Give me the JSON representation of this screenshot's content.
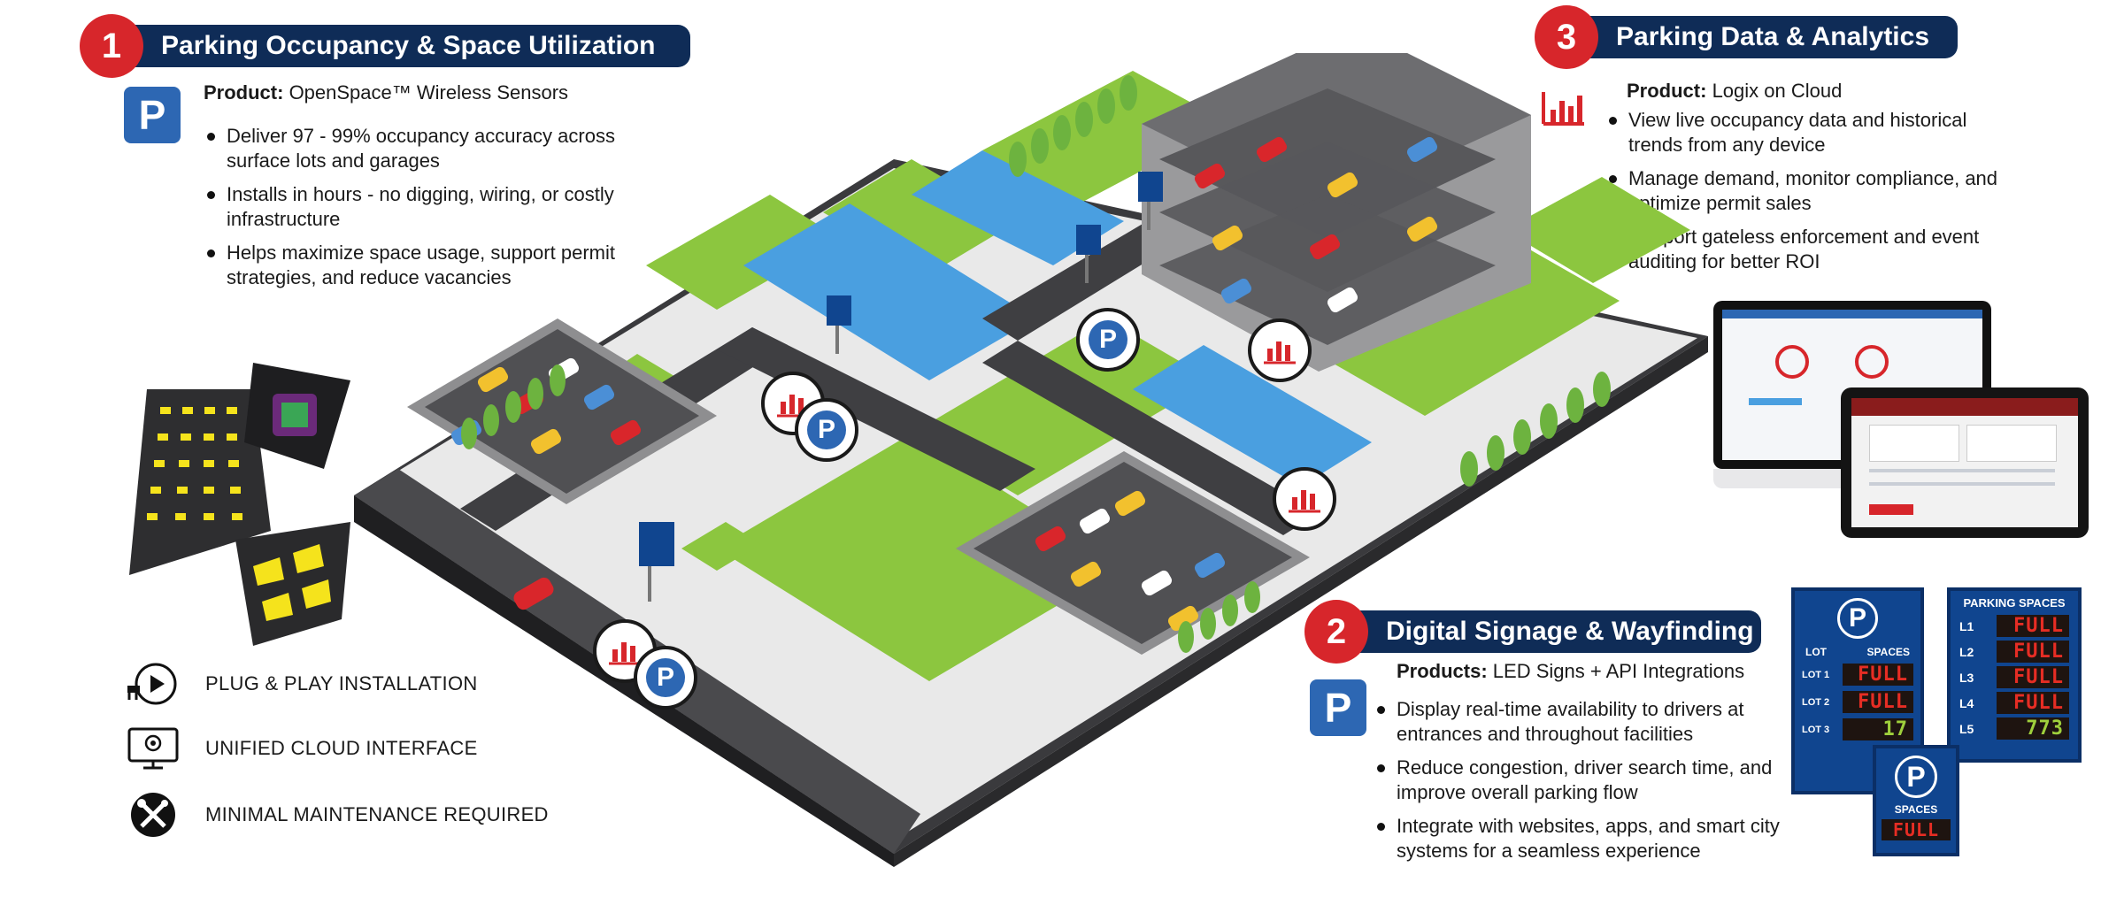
{
  "section1": {
    "number": "1",
    "title": "Parking Occupancy & Space Utilization",
    "badge_letter": "P",
    "product_label": "Product:",
    "product_value": " OpenSpace™ Wireless Sensors",
    "bullets": [
      "Deliver 97 - 99% occupancy accuracy across surface lots and garages",
      "Installs in hours - no digging, wiring, or costly infrastructure",
      "Helps maximize space usage, support permit strategies, and reduce vacancies"
    ]
  },
  "section2": {
    "number": "2",
    "title": "Digital Signage & Wayfinding",
    "badge_letter": "P",
    "product_label": "Products:",
    "product_value": " LED Signs + API Integrations",
    "bullets": [
      "Display real-time availability to drivers at entrances and throughout facilities",
      "Reduce congestion, driver search time, and improve overall parking flow",
      "Integrate with websites, apps, and smart city systems for a seamless experience"
    ]
  },
  "section3": {
    "number": "3",
    "title": "Parking Data & Analytics",
    "product_label": "Product:",
    "product_value": " Logix on Cloud",
    "bullets": [
      "View live occupancy data and historical trends from any device",
      "Manage demand, monitor compliance, and optimize permit sales",
      "Support gateless enforcement and event auditing for better ROI"
    ]
  },
  "features": [
    {
      "label": "PLUG & PLAY INSTALLATION",
      "icon": "plug-play-icon"
    },
    {
      "label": "UNIFIED CLOUD INTERFACE",
      "icon": "cloud-monitor-icon"
    },
    {
      "label": "MINIMAL MAINTENANCE REQUIRED",
      "icon": "wrench-screwdriver-icon"
    }
  ],
  "lot_sign": {
    "p": "P",
    "col_lot": "LOT",
    "col_spaces": "SPACES",
    "rows": [
      {
        "lot": "LOT 1",
        "value": "FULL",
        "color": "red"
      },
      {
        "lot": "LOT 2",
        "value": "FULL",
        "color": "red"
      },
      {
        "lot": "LOT 3",
        "value": "17",
        "color": "green"
      }
    ]
  },
  "level_sign": {
    "title": "PARKING SPACES",
    "rows": [
      {
        "level": "L1",
        "value": "FULL",
        "color": "red"
      },
      {
        "level": "L2",
        "value": "FULL",
        "color": "red"
      },
      {
        "level": "L3",
        "value": "FULL",
        "color": "red"
      },
      {
        "level": "L4",
        "value": "FULL",
        "color": "red"
      },
      {
        "level": "L5",
        "value": "773",
        "color": "green"
      }
    ]
  },
  "small_sign": {
    "p": "P",
    "label": "SPACES",
    "value": "FULL"
  },
  "map_markers": {
    "p": "P"
  },
  "colors": {
    "accent_red": "#d7262b",
    "navy": "#0f2c57",
    "parking_blue": "#2d67b3",
    "grass": "#8cc63f",
    "water": "#4a9fe0",
    "asphalt": "#3f3f42"
  }
}
